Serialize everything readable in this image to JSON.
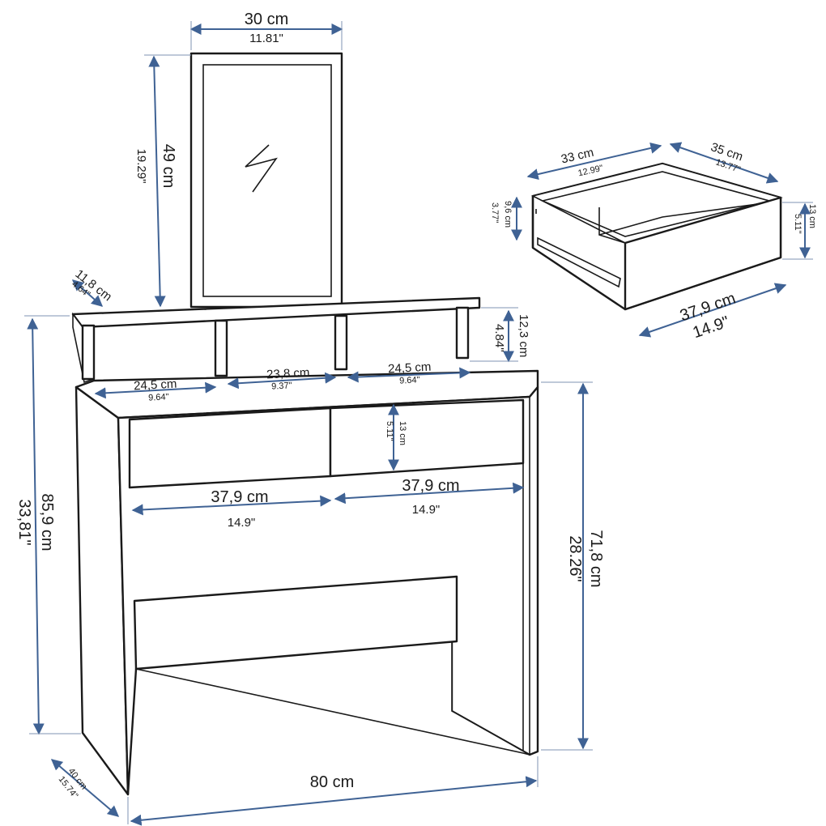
{
  "colors": {
    "line": "#1a1a1a",
    "dimension": "#3f6294",
    "background": "#ffffff"
  },
  "dims": {
    "mirror_width": {
      "cm": "30 cm",
      "in": "11.81\""
    },
    "mirror_height": {
      "cm": "49 cm",
      "in": "19.29\""
    },
    "shelf_depth": {
      "cm": "11,8 cm",
      "in": "4.64\""
    },
    "shelf_height": {
      "cm": "12,3 cm",
      "in": "4.84\""
    },
    "compartment_left": {
      "cm": "24,5 cm",
      "in": "9.64\""
    },
    "compartment_mid": {
      "cm": "23,8 cm",
      "in": "9.37\""
    },
    "compartment_right": {
      "cm": "24,5 cm",
      "in": "9.64\""
    },
    "front_drawer_height": {
      "cm": "13 cm",
      "in": "5.11\""
    },
    "drawer_left_width": {
      "cm": "37,9 cm",
      "in": "14.9\""
    },
    "drawer_right_width": {
      "cm": "37,9 cm",
      "in": "14.9\""
    },
    "total_height": {
      "cm": "85,9 cm",
      "in": "33,81\""
    },
    "table_height": {
      "cm": "71,8 cm",
      "in": "28.26\""
    },
    "table_depth": {
      "cm": "40 cm",
      "in": "15.74\""
    },
    "table_width": {
      "cm": "80 cm"
    },
    "box_width": {
      "cm": "33 cm",
      "in": "12.99\""
    },
    "box_depth": {
      "cm": "35 cm",
      "in": "13.77\""
    },
    "box_inner_height": {
      "cm": "9,6 cm",
      "in": "3.77\""
    },
    "box_height": {
      "cm": "13 cm",
      "in": "5.11\""
    },
    "box_front_width": {
      "cm": "37,9 cm",
      "in": "14.9\""
    }
  }
}
